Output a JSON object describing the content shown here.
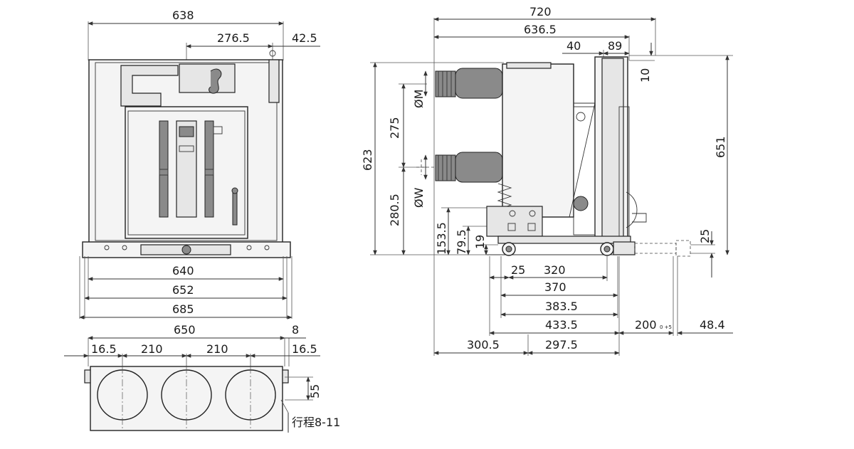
{
  "front_view": {
    "dims": {
      "w638": "638",
      "w276_5": "276.5",
      "w42_5": "42.5",
      "w640": "640",
      "w652": "652",
      "w685": "685"
    }
  },
  "top_view": {
    "dims": {
      "w650": "650",
      "w8": "8",
      "w16_5_left": "16.5",
      "w210_a": "210",
      "w210_b": "210",
      "w16_5_right": "16.5",
      "h55": "55"
    },
    "stroke_label": "行程8-11"
  },
  "side_view": {
    "dims": {
      "w720": "720",
      "w636_5": "636.5",
      "w40": "40",
      "w89": "89",
      "h10": "10",
      "h651": "651",
      "h623": "623",
      "h275": "275",
      "h280_5": "280.5",
      "h153_5": "153.5",
      "h79_5": "79.5",
      "h19": "19",
      "h25_right": "25",
      "w25": "25",
      "w320": "320",
      "w370": "370",
      "w383_5": "383.5",
      "w433_5": "433.5",
      "w200": "200",
      "w200_sup": "0 +5",
      "w48_4": "48.4",
      "w300_5": "300.5",
      "w297_5": "297.5",
      "dia_m": "ØM",
      "dia_w": "ØW"
    }
  }
}
